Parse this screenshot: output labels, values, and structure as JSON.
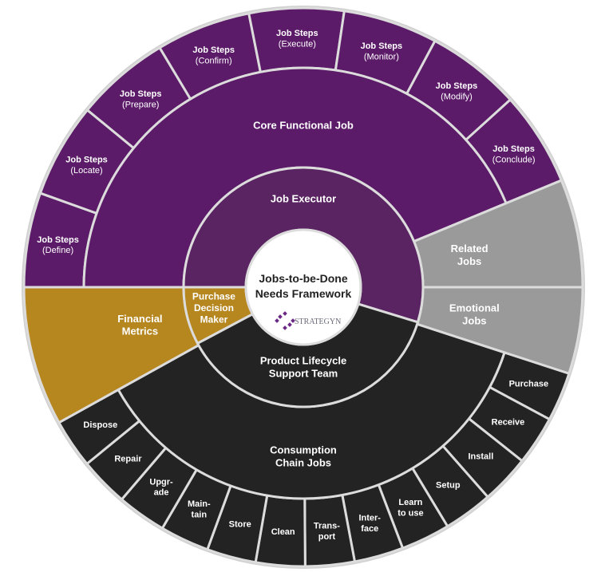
{
  "colors": {
    "core_purple": "#5b1b68",
    "executor_purple": "#5a2462",
    "gold": "#b6861f",
    "dark": "#232323",
    "gray": "#9a9a9a",
    "divider": "#dcdcdc"
  },
  "center": {
    "lines": [
      "Jobs-to-be-Done",
      "Needs Framework"
    ],
    "logo_text": "STRATEGYN"
  },
  "inner_ring": {
    "job_executor": [
      "Job Executor"
    ],
    "purchase_decision_maker": [
      "Purchase",
      "Decision",
      "Maker"
    ],
    "product_lifecycle": [
      "Product Lifecycle",
      "Support Team"
    ]
  },
  "middle_ring": {
    "core_functional_job": [
      "Core Functional Job"
    ],
    "related_jobs": [
      "Related",
      "Jobs"
    ],
    "emotional_jobs": [
      "Emotional",
      "Jobs"
    ],
    "consumption_chain": [
      "Consumption",
      "Chain Jobs"
    ],
    "financial_metrics": [
      "Financial",
      "Metrics"
    ]
  },
  "job_steps": [
    [
      "Job Steps",
      "(Define)"
    ],
    [
      "Job Steps",
      "(Locate)"
    ],
    [
      "Job Steps",
      "(Prepare)"
    ],
    [
      "Job Steps",
      "(Confirm)"
    ],
    [
      "Job Steps",
      "(Execute)"
    ],
    [
      "Job Steps",
      "(Monitor)"
    ],
    [
      "Job Steps",
      "(Modify)"
    ],
    [
      "Job Steps",
      "(Conclude)"
    ]
  ],
  "consumption_steps": [
    [
      "Purchase"
    ],
    [
      "Receive"
    ],
    [
      "Install"
    ],
    [
      "Setup"
    ],
    [
      "Learn",
      "to use"
    ],
    [
      "Inter-",
      "face"
    ],
    [
      "Trans-",
      "port"
    ],
    [
      "Clean"
    ],
    [
      "Store"
    ],
    [
      "Main-",
      "tain"
    ],
    [
      "Upgr-",
      "ade"
    ],
    [
      "Repair"
    ],
    [
      "Dispose"
    ]
  ]
}
